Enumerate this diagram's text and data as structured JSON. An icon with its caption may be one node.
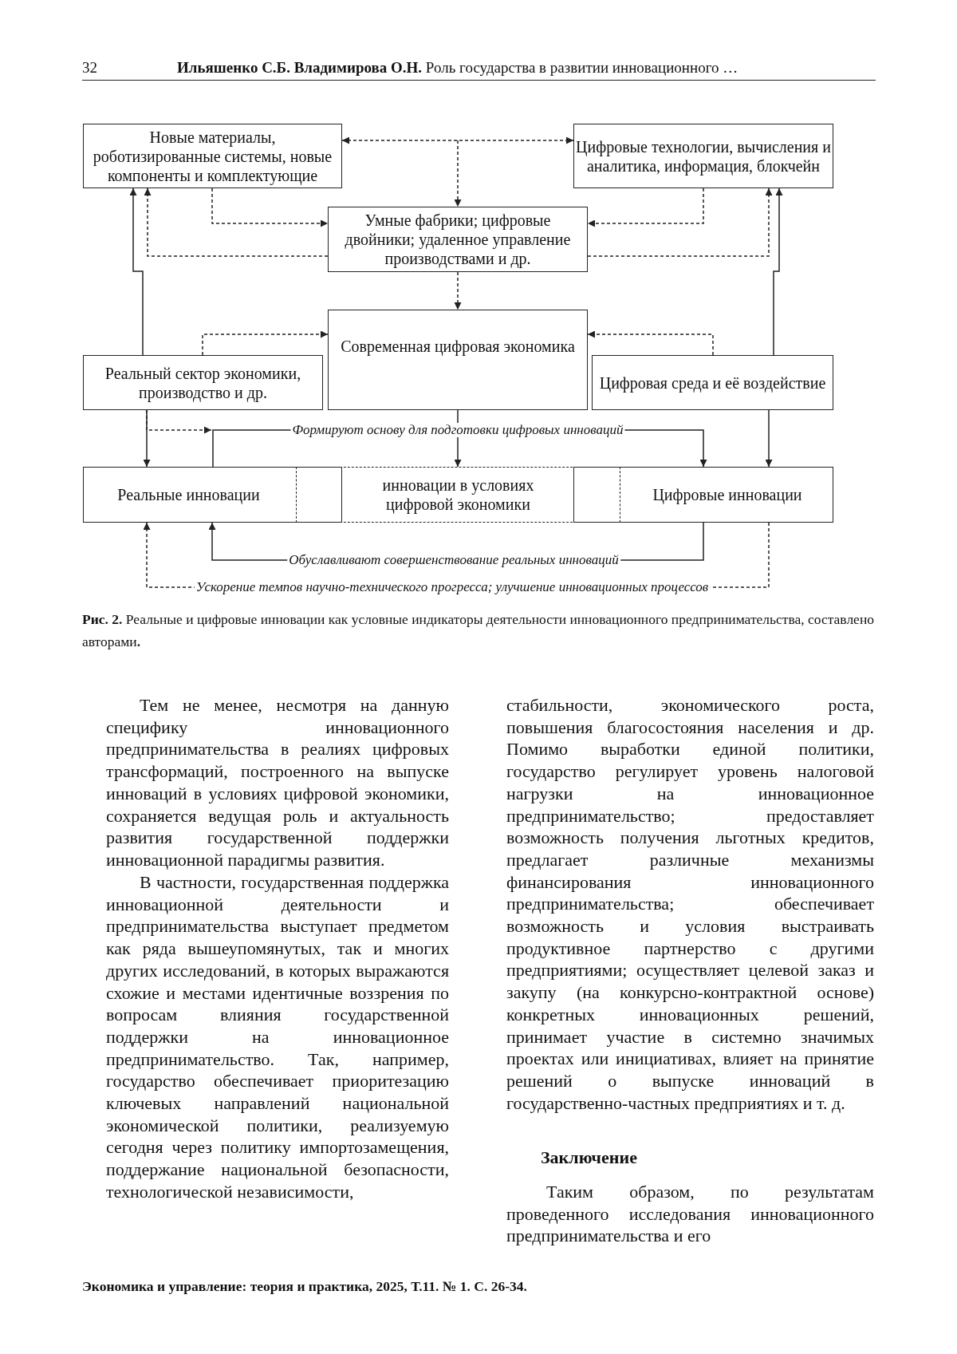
{
  "diagram": {
    "caption": "**Рис. 2.** Реальные и цифровые инновации как условные индикаторы деятельности инновационного предпринимательства, составлено авторами**.**",
    "nodes": [
      {
        "text": [
          "Новые материалы, роботизированные системы, новые компоненты и комплектующие"
        ]
      },
      {
        "text": [
          "Цифровые технологии, вычисления и аналитика, информация, блокчейн"
        ]
      },
      {
        "text": [
          "Умные фабрики; цифровые двойники; удаленное управление производствами и др."
        ]
      },
      {
        "text": [
          "Современная цифровая экономика"
        ]
      },
      {
        "text": [
          "Реальный сектор экономики, производство и др."
        ]
      },
      {
        "text": [
          "Цифровая среда и её воздействие"
        ]
      },
      {
        "text": [
          "Реальные инновации"
        ]
      },
      {
        "text": [
          "инновации в условиях цифровой экономики"
        ]
      },
      {
        "text": [
          "Цифровые инновации"
        ]
      }
    ],
    "edges": [
      {
        "from": 0,
        "to": 1,
        "arrow": "both",
        "style": "dashed"
      },
      {
        "from": null,
        "to": 2,
        "arrow": "to",
        "style": "dashed"
      },
      {
        "from": 0,
        "to": 2,
        "arrow": "to",
        "style": "dashed"
      },
      {
        "from": 2,
        "to": 0,
        "arrow": "to",
        "style": "dashed"
      },
      {
        "from": 1,
        "to": 2,
        "arrow": "to",
        "style": "dashed"
      },
      {
        "from": 2,
        "to": 1,
        "arrow": "to",
        "style": "dashed"
      },
      {
        "from": 2,
        "to": 3,
        "arrow": "to",
        "style": "dashed"
      },
      {
        "from": 4,
        "to": 3,
        "arrow": "to",
        "style": "dashed"
      },
      {
        "from": 5,
        "to": 3,
        "arrow": "to",
        "style": "dashed"
      },
      {
        "from": 4,
        "to": 0,
        "arrow": "to"
      },
      {
        "from": 5,
        "to": 1,
        "arrow": "to"
      },
      {
        "from": 4,
        "to": 6,
        "arrow": "to"
      },
      {
        "from": 4,
        "to": null,
        "arrow": "to",
        "style": "dashed"
      },
      {
        "from": 3,
        "to": 7,
        "arrow": "to"
      },
      {
        "from": 5,
        "to": 8,
        "arrow": "to"
      },
      {
        "from": 6,
        "to": 8,
        "arrow": "to",
        "label": "Формируют основу для подготовки цифровых инноваций"
      },
      {
        "from": 8,
        "to": 6,
        "arrow": "to",
        "label": "Обуславливают совершенствование реальных инноваций"
      },
      {
        "from": 8,
        "to": 6,
        "arrow": "to",
        "style": "dashed",
        "label": "Ускорение темпов научно-технического прогресса; улучшение инновационных процессов"
      }
    ],
    "labels": [
      "32",
      "**Ильяшенко С.Б. Владимирова О.Н.** Роль государства в развитии инновационного …",
      "Тем не менее, несмотря на данную специфику инновационного предпринимательства в реалиях цифровых трансформаций, построенного на выпуске инноваций в условиях цифровой экономики, сохраняется ведущая роль и актуальность развития государственной поддержки инновационной парадигмы развития.",
      "В частности, государственная поддержка инновационной деятельности и предпринимательства выступает предметом как ряда вышеупомянутых, так и многих других исследований, в которых выражаются схожие и местами идентичные воззрения по вопросам влияния государственной поддержки на инновационное предпринимательство. Так, например, государство обеспечивает приоритезацию ключевых направлений национальной экономической политики, реализуемую сегодня через политику импортозамещения, поддержание национальной безопасности, технологической независимости,",
      "стабильности, экономического роста, повышения благосостояния населения и др. Помимо выработки единой политики, государство регулирует уровень налоговой нагрузки на инновационное предпринимательство; предоставляет возможность получения льготных кредитов, предлагает различные механизмы финансирования инновационного предпринимательства; обеспечивает возможность и условия выстраивать продуктивное партнерство с другими предприятиями; осуществляет целевой заказ и закупу (на конкурсно-контрактной основе) конкретных инновационных решений, принимает участие в системно значимых проектах или инициативах, влияет на принятие решений о выпуске инноваций в государственно-частных предприятиях и т. д.",
      "Заключение",
      "Таким образом, по результатам проведенного исследования инновационного предпринимательства и его",
      "Экономика и управление: теория и практика, 2025, Т.11. № 1. С. 26-34."
    ]
  }
}
